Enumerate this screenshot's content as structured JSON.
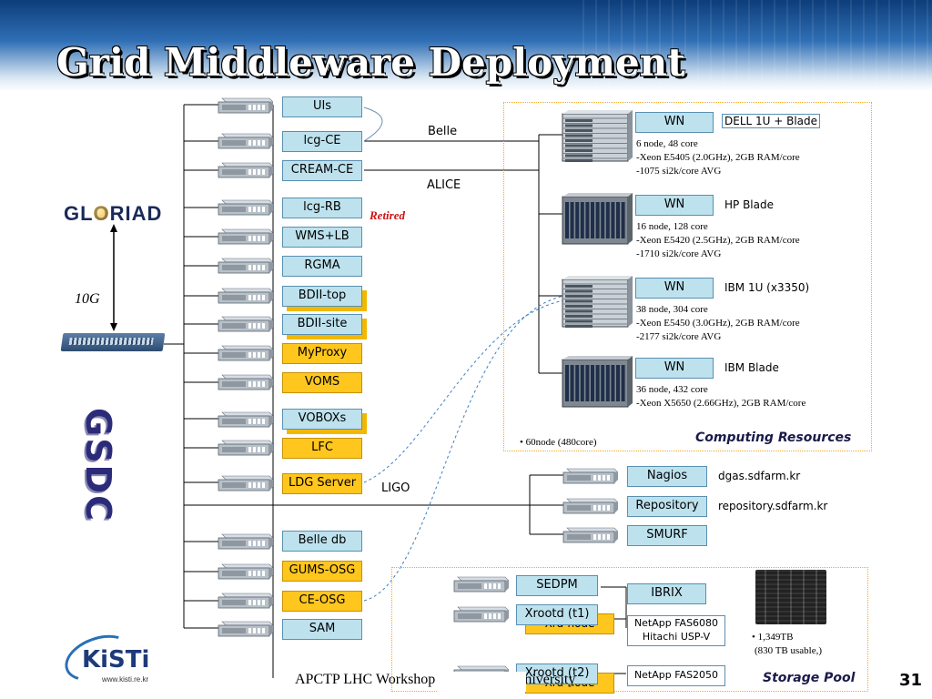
{
  "title": "Grid Middleware Deployment",
  "left_services": [
    {
      "label": "UIs",
      "style": "blue"
    },
    {
      "label": "lcg-CE",
      "style": "blue"
    },
    {
      "label": "CREAM-CE",
      "style": "blue"
    },
    {
      "label": "lcg-RB",
      "style": "blue"
    },
    {
      "label": "WMS+LB",
      "style": "blue"
    },
    {
      "label": "RGMA",
      "style": "blue"
    },
    {
      "label": "BDII-top",
      "style": "blue-shadow"
    },
    {
      "label": "BDII-site",
      "style": "blue-shadow"
    },
    {
      "label": "MyProxy",
      "style": "orange"
    },
    {
      "label": "VOMS",
      "style": "orange"
    },
    {
      "label": "VOBOXs",
      "style": "blue-shadow"
    },
    {
      "label": "LFC",
      "style": "orange"
    },
    {
      "label": "LDG Server",
      "style": "orange"
    },
    {
      "label": "Belle db",
      "style": "blue"
    },
    {
      "label": "GUMS-OSG",
      "style": "orange"
    },
    {
      "label": "CE-OSG",
      "style": "orange"
    },
    {
      "label": "SAM",
      "style": "blue"
    }
  ],
  "retired": "Retired",
  "links": {
    "belle": "Belle",
    "alice": "ALICE",
    "ligo": "LIGO"
  },
  "gloriad": "GLORIAD",
  "bandwidth": "10G",
  "gsdc": "GSDC",
  "kisti": {
    "logo": "KiSTi",
    "url": "www.kisti.re.kr"
  },
  "worker_nodes": [
    {
      "label": "WN",
      "type": "DELL 1U + Blade",
      "lines": [
        "6 node, 48 core",
        "-Xeon E5405 (2.0GHz), 2GB RAM/core",
        "-1075 si2k/core AVG"
      ]
    },
    {
      "label": "WN",
      "type": "HP Blade",
      "lines": [
        "16 node, 128 core",
        "-Xeon E5420 (2.5GHz), 2GB RAM/core",
        "-1710 si2k/core AVG"
      ]
    },
    {
      "label": "WN",
      "type": "IBM 1U (x3350)",
      "lines": [
        "38 node, 304 core",
        "-Xeon E5450 (3.0GHz), 2GB RAM/core",
        "-2177 si2k/core AVG"
      ]
    },
    {
      "label": "WN",
      "type": "IBM Blade",
      "lines": [
        "36  node, 432 core",
        "-Xeon X5650 (2.66GHz), 2GB RAM/core"
      ]
    }
  ],
  "computing_total": "• 60node (480core)",
  "computing_label": "Computing Resources",
  "mgmt": [
    {
      "label": "Nagios",
      "host": "dgas.sdfarm.kr"
    },
    {
      "label": "Repository",
      "host": "repository.sdfarm.kr"
    },
    {
      "label": "SMURF",
      "host": ""
    }
  ],
  "storage": {
    "sedpm": "SEDPM",
    "xrootd_t1": "Xrootd (t1)",
    "xrootd_t2": "Xrootd (t2)",
    "xrd_under": "Xrd-node",
    "ibrix": "IBRIX",
    "netapp1_line1": "NetApp FAS6080",
    "netapp1_line2": "Hitachi USP-V",
    "netapp2": "NetApp FAS2050",
    "capacity1": "• 1,349TB",
    "capacity2": "(830 TB usable,)",
    "label": "Storage Pool"
  },
  "footer": "APCTP LHC Workshop 2011, Korea University",
  "page_number": "31"
}
